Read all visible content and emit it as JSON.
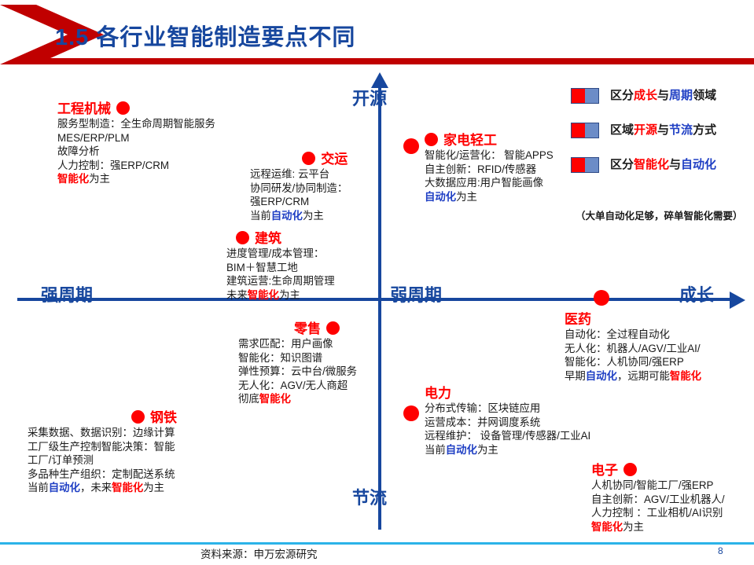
{
  "header": {
    "title": "1.5 各行业智能制造要点不同"
  },
  "axes": {
    "top": "开源",
    "bottom": "节流",
    "left": "强周期",
    "right_mid": "弱周期",
    "right": "成长"
  },
  "legend": {
    "items": [
      {
        "icon": "two-tone-square-icon",
        "html": "区分<span class=\"r\">成长</span>与<span class=\"b\">周期</span>领域"
      },
      {
        "icon": "two-tone-square-icon",
        "html": "区域<span class=\"r\">开源</span>与<span class=\"b\">节流</span>方式"
      },
      {
        "icon": "two-tone-square-icon",
        "html": "区分<span class=\"r\">智能化</span>与<span class=\"b\">自动化</span>"
      }
    ],
    "note": "（大单自动化足够，碎单智能化需要）"
  },
  "blocks": [
    {
      "id": "engineering-machinery",
      "title": "工程机械",
      "dot": "right",
      "lines": [
        "服务型制造：全生命周期智能服务",
        "MES/ERP/PLM",
        "故障分析",
        "人力控制：强ERP/CRM",
        "<span class=\"r\">智能化</span>为主"
      ]
    },
    {
      "id": "transportation",
      "title": "交运",
      "dot": "left",
      "lines": [
        "远程运维: 云平台",
        "协同研发/协同制造：",
        "强ERP/CRM",
        "当前<span class=\"b\">自动化</span>为主"
      ]
    },
    {
      "id": "construction",
      "title": "建筑",
      "dot": "left",
      "lines": [
        "进度管理/成本管理：",
        "BIM＋智慧工地",
        "建筑运营:生命周期管理",
        "未来<span class=\"r\">智能化</span>为主"
      ]
    },
    {
      "id": "home-appliance-light-industry",
      "title": "家电轻工",
      "dot": "left",
      "lines": [
        "智能化/运营化： 智能APPS",
        "自主创新：RFID/传感器",
        "大数据应用:用户智能画像",
        "<span class=\"b\">自动化</span>为主"
      ]
    },
    {
      "id": "pharmaceutical",
      "title": "医药",
      "dot": "none",
      "lines": [
        "自动化：全过程自动化",
        "无人化：机器人/AGV/工业AI/",
        "智能化：人机协同/强ERP",
        "早期<span class=\"b\">自动化</span>，远期可能<span class=\"r\">智能化</span>"
      ]
    },
    {
      "id": "retail",
      "title": "零售",
      "dot": "right",
      "lines": [
        "需求匹配：用户画像",
        "智能化：知识图谱",
        "弹性预算：云中台/微服务",
        "无人化：AGV/无人商超",
        "彻底<span class=\"r\">智能化</span>"
      ]
    },
    {
      "id": "power",
      "title": "电力",
      "dot": "none",
      "lines": [
        "分布式传输：区块链应用",
        "运营成本：并网调度系统",
        "远程维护： 设备管理/传感器/工业AI",
        "当前<span class=\"b\">自动化</span>为主"
      ]
    },
    {
      "id": "steel",
      "title": "钢铁",
      "dot": "left",
      "lines": [
        "采集数据、数据识别：边缘计算",
        "工厂级生产控制智能决策：智能",
        "工厂/订单预测",
        "多品种生产组织：定制配送系统",
        "当前<span class=\"b\">自动化</span>，未来<span class=\"r\">智能化</span>为主"
      ]
    },
    {
      "id": "electronics",
      "title": "电子",
      "dot": "right",
      "lines": [
        "人机协同/智能工厂/强ERP",
        "自主创新：AGV/工业机器人/",
        "人力控制 ：工业相机/AI识别",
        "<span class=\"r\">智能化</span>为主"
      ]
    }
  ],
  "footer": {
    "source": "资料来源：申万宏源研究",
    "page": "8"
  },
  "colors": {
    "brand_blue": "#17479e",
    "accent_red": "#ff0000",
    "header_red": "#c00000",
    "footer_cyan": "#2bb3e8",
    "legend_blue": "#6c8cc7"
  }
}
